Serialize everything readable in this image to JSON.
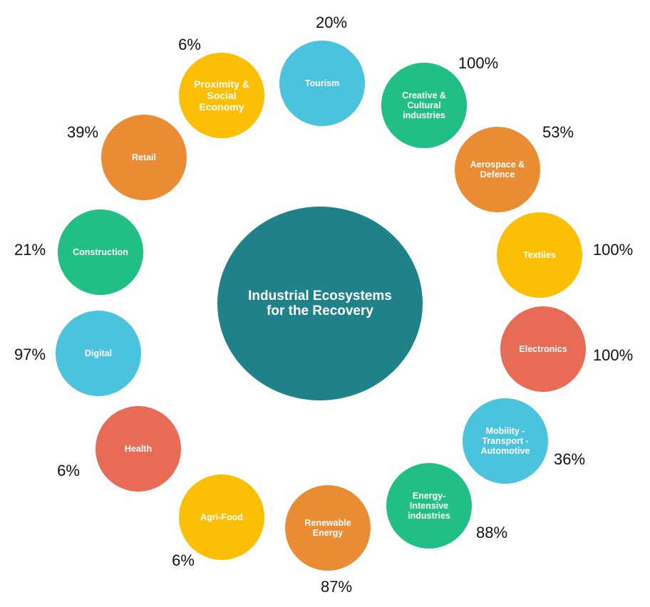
{
  "center": {
    "label": "Industrial Ecosystems for the Recovery",
    "color": "#1f8289"
  },
  "palette": {
    "blue": "#4bc3dc",
    "green": "#22bf85",
    "orange": "#ea8c33",
    "yellow": "#fdbf06",
    "red": "#e86c55"
  },
  "ecosystems": [
    {
      "name": "Tourism",
      "percent": "20%",
      "color": "#4bc3dc"
    },
    {
      "name": "Creative & Cultural industries",
      "percent": "100%",
      "color": "#22bf85"
    },
    {
      "name": "Aerospace & Defence",
      "percent": "53%",
      "color": "#ea8c33"
    },
    {
      "name": "Textiles",
      "percent": "100%",
      "color": "#fdbf06"
    },
    {
      "name": "Electronics",
      "percent": "100%",
      "color": "#e86c55"
    },
    {
      "name": "Mobility - Transport - Automotive",
      "percent": "36%",
      "color": "#4bc3dc"
    },
    {
      "name": "Energy-Intensive industries",
      "percent": "88%",
      "color": "#22bf85"
    },
    {
      "name": "Renewable Energy",
      "percent": "87%",
      "color": "#ea8c33"
    },
    {
      "name": "Agri-Food",
      "percent": "6%",
      "color": "#fdbf06"
    },
    {
      "name": "Health",
      "percent": "6%",
      "color": "#e86c55"
    },
    {
      "name": "Digital",
      "percent": "97%",
      "color": "#4bc3dc"
    },
    {
      "name": "Construction",
      "percent": "21%",
      "color": "#22bf85"
    },
    {
      "name": "Retail",
      "percent": "39%",
      "color": "#ea8c33"
    },
    {
      "name": "Proximity & Social Economy",
      "percent": "6%",
      "color": "#fdbf06"
    }
  ]
}
